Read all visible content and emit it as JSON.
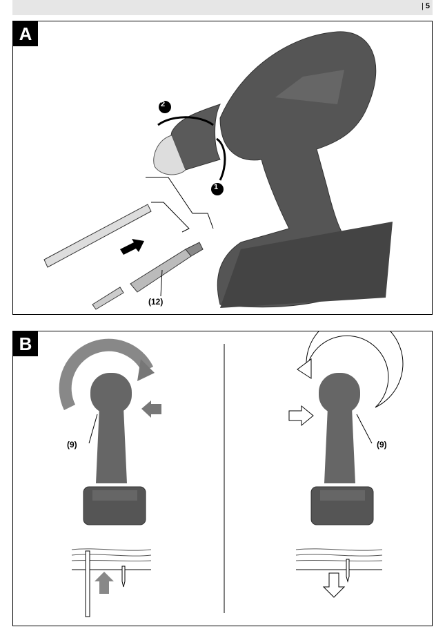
{
  "header": {
    "separator": "|",
    "page_number": "5"
  },
  "figure_a": {
    "badge": "A",
    "steps": [
      "1",
      "2"
    ],
    "part_label": "(12)"
  },
  "figure_b": {
    "badge": "B",
    "left_label": "(9)",
    "right_label": "(9)"
  }
}
